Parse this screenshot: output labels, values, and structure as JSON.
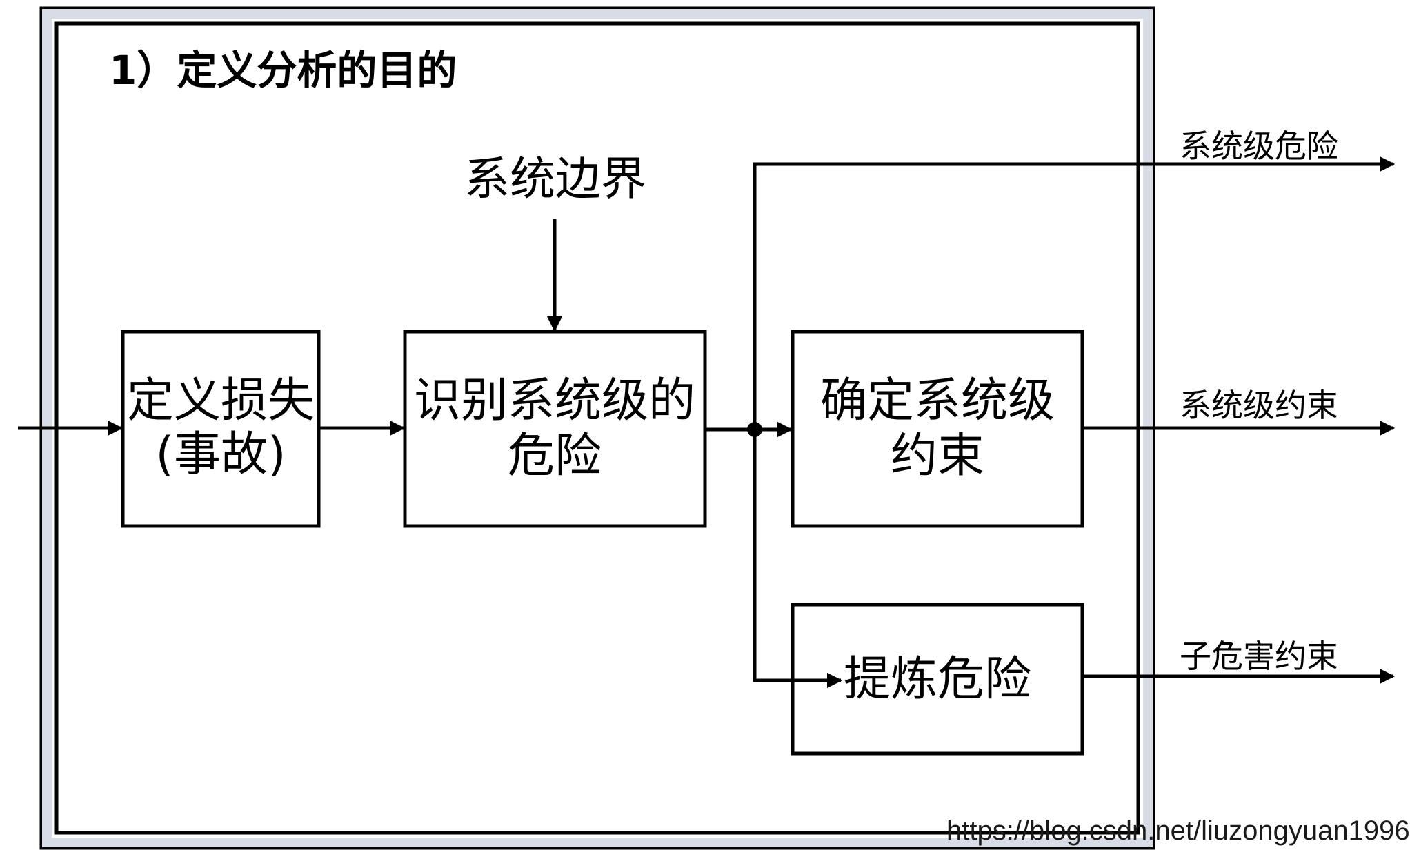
{
  "title": "1）定义分析的目的",
  "input_label": "系统边界",
  "boxes": {
    "define_losses": [
      "定义损失",
      "(事故)"
    ],
    "identify_hazards": [
      "识别系统级的",
      "危险"
    ],
    "define_constraints": [
      "确定系统级",
      "约束"
    ],
    "refine_hazards": [
      "提炼危险"
    ]
  },
  "outputs": {
    "system_hazards": "系统级危险",
    "system_constraints": "系统级约束",
    "sub_hazard_constraints": "子危害约束"
  },
  "watermark": "https://blog.csdn.net/liuzongyuan1996",
  "colors": {
    "line": "#000000",
    "frame_inner": "#d8dce6"
  }
}
